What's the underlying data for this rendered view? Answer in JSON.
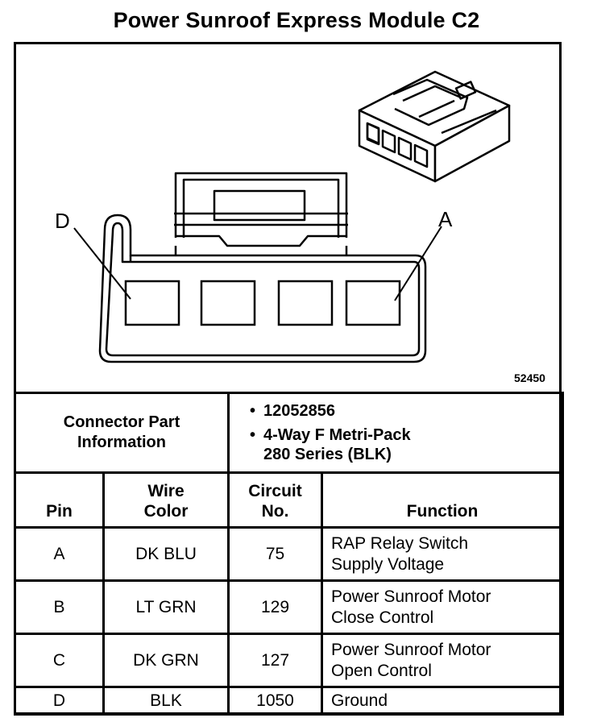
{
  "title": "Power Sunroof Express Module C2",
  "diagram": {
    "label_left": "D",
    "label_right": "A",
    "figure_id": "52450"
  },
  "connector_info": {
    "label_line1": "Connector Part",
    "label_line2": "Information",
    "items": [
      "12052856",
      "4-Way F Metri-Pack",
      "280 Series (BLK)"
    ]
  },
  "pin_table": {
    "headers": {
      "pin": "Pin",
      "wire_color_1": "Wire",
      "wire_color_2": "Color",
      "circuit_1": "Circuit",
      "circuit_2": "No.",
      "function": "Function"
    },
    "rows": [
      {
        "pin": "A",
        "color": "DK BLU",
        "circuit": "75",
        "function_1": "RAP Relay Switch",
        "function_2": "Supply Voltage"
      },
      {
        "pin": "B",
        "color": "LT GRN",
        "circuit": "129",
        "function_1": "Power Sunroof Motor",
        "function_2": "Close Control"
      },
      {
        "pin": "C",
        "color": "DK GRN",
        "circuit": "127",
        "function_1": "Power Sunroof Motor",
        "function_2": "Open Control"
      },
      {
        "pin": "D",
        "color": "BLK",
        "circuit": "1050",
        "function_1": "Ground",
        "function_2": ""
      }
    ]
  }
}
